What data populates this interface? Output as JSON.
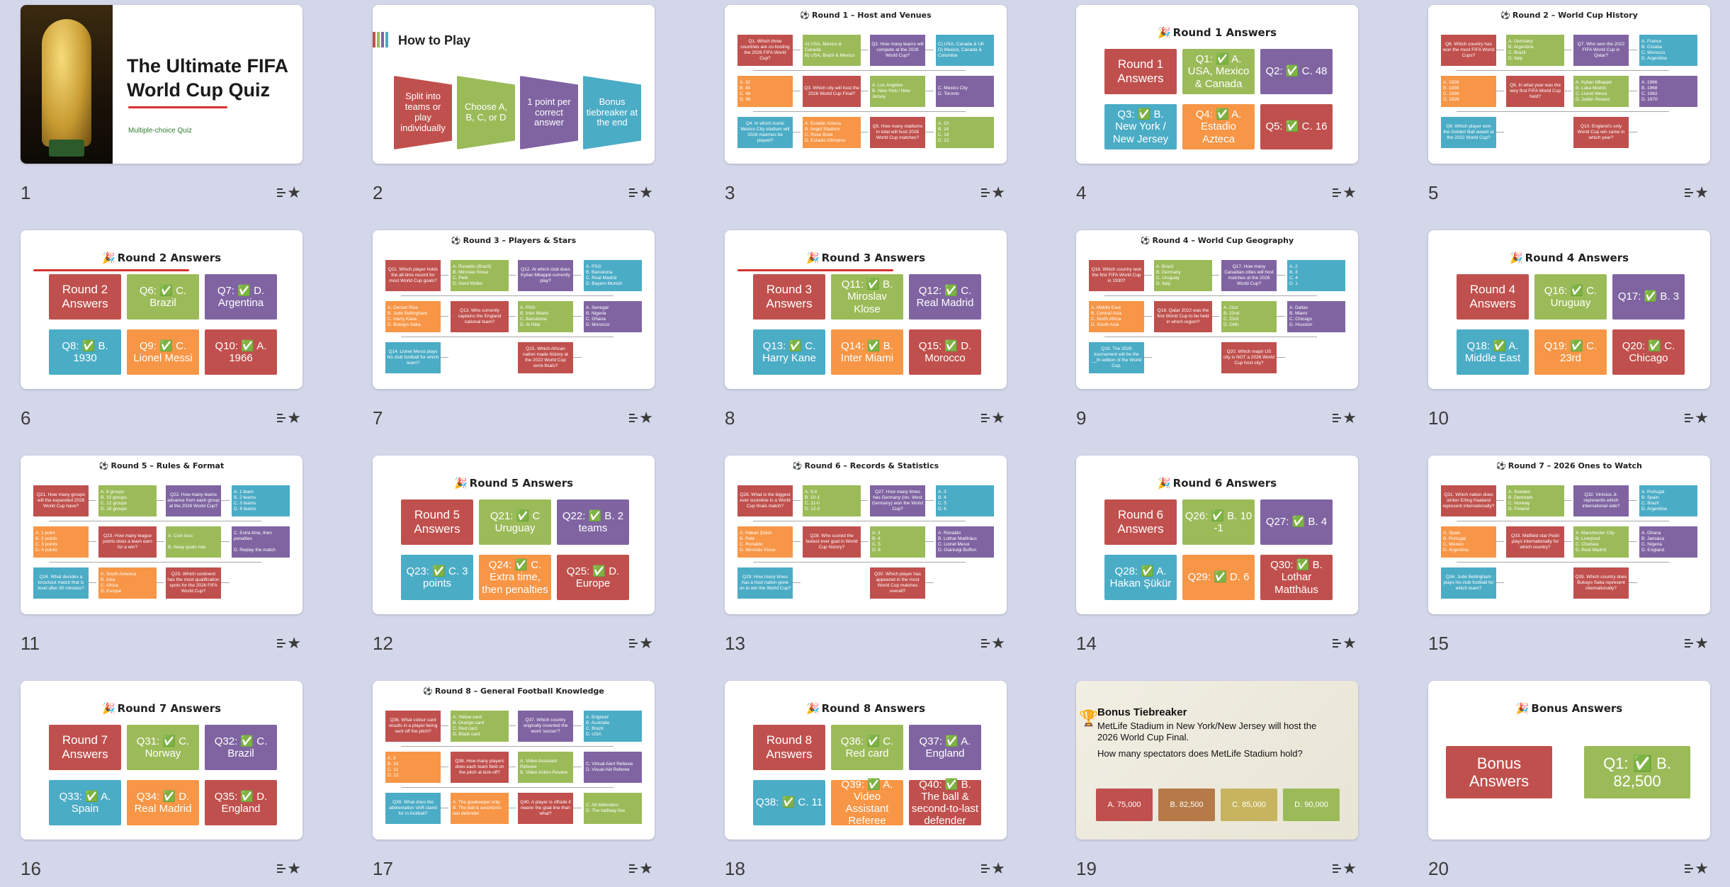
{
  "slides": [
    {
      "number": "1",
      "title": "The Ultimate FIFA World Cup Quiz",
      "subtitle": "Multiple-choice Quiz"
    },
    {
      "number": "2",
      "title": "How to Play",
      "steps": [
        "Split into teams or play individually",
        "Choose A, B, C, or D",
        "1 point per correct answer",
        "Bonus tiebreaker at the end"
      ]
    },
    {
      "number": "3",
      "title": "Round 1 – Host and Venues",
      "q": [
        "Q1. Which three countries are co-hosting the 2026 FIFA World Cup?",
        "Q2. How many teams will compete at the 2026 World Cup?",
        "Q3. Which city will host the 2026 World Cup Final?",
        "Q4. In which iconic Mexico City stadium will 2026 matches be played?",
        "Q5. How many stadiums in total will host 2026 World Cup matches?"
      ],
      "o": [
        "A) USA, Mexico & Canada\nB) USA, Brazil & Mexico",
        "C) USA, Canada & UK\nD) Mexico, Canada & Colombia",
        "A. 32\nB. 40\nC. 48\nD. 36",
        "A. Los Angeles\nB. New York / New Jersey",
        "C. Mexico City\nD. Toronto",
        "A. Estadio Azteca\nB. Angel Stadium\nC. Rose Bowl\nD. Estadio Olímpico",
        "A. 10\nB. 14\nC. 16\nD. 12"
      ]
    },
    {
      "number": "4",
      "title": "Round 1 Answers",
      "answers": [
        "Round 1 Answers",
        "Q1: ✅ A. USA, Mexico & Canada",
        "Q2: ✅ C. 48",
        "Q3: ✅ B. New York / New Jersey",
        "Q4: ✅ A. Estadio Azteca",
        "Q5: ✅ C. 16"
      ]
    },
    {
      "number": "5",
      "title": "Round 2 – World Cup History",
      "q": [
        "Q6. Which country has won the most FIFA World Cups?",
        "Q7. Who won the 2022 FIFA World Cup in Qatar?",
        "Q8. In what year was the very first FIFA World Cup held?",
        "Q9. Which player won the Golden Ball award at the 2022 World Cup?",
        "Q10. England's only World Cup win came in which year?"
      ],
      "o": [
        "A. Germany\nB. Argentina\nC. Brazil\nD. Italy",
        "A. France\nB. Croatia\nC. Morocco\nD. Argentina",
        "A. 1928\nB. 1930\nC. 1934\nD. 1926",
        "A. Kylian Mbappé\nB. Luka Modrić\nC. Lionel Messi\nD. Julián Álvarez",
        "A. 1966\nB. 1968\nC. 1962\nD. 1970"
      ]
    },
    {
      "number": "6",
      "title": "Round 2 Answers",
      "answers": [
        "Round 2 Answers",
        "Q6: ✅ C. Brazil",
        "Q7: ✅ D. Argentina",
        "Q8: ✅ B. 1930",
        "Q9: ✅ C. Lionel Messi",
        "Q10: ✅ A. 1966"
      ]
    },
    {
      "number": "7",
      "title": "Round 3 – Players & Stars",
      "q": [
        "Q11. Which player holds the all-time record for most World Cup goals?",
        "Q12. At which club does Kylian Mbappé currently play?",
        "Q13. Who currently captains the England national team?",
        "Q14. Lionel Messi plays his club football for which team?",
        "Q15. Which African nation made history at the 2022 World Cup semi-finals?"
      ],
      "o": [
        "A. Ronaldo (Brazil)\nB. Miroslav Klose\nC. Pelé\nD. Gerd Müller",
        "A. PSG\nB. Barcelona\nC. Real Madrid\nD. Bayern Munich",
        "A. Declan Rice\nB. Jude Bellingham\nC. Harry Kane\nD. Bukayo Saka",
        "A. PSG\nB. Inter Miami\nC. Barcelona\nD. Al Hilal",
        "A. Senegal\nB. Nigeria\nC. Ghana\nD. Morocco"
      ]
    },
    {
      "number": "8",
      "title": "Round 3 Answers",
      "answers": [
        "Round 3 Answers",
        "Q11: ✅ B. Miroslav Klose",
        "Q12: ✅ C. Real Madrid",
        "Q13: ✅ C. Harry Kane",
        "Q14: ✅ B. Inter Miami",
        "Q15: ✅ D. Morocco"
      ]
    },
    {
      "number": "9",
      "title": "Round 4 – World Cup Geography",
      "q": [
        "Q16. Which country won the first FIFA World Cup in 1930?",
        "Q17. How many Canadian cities will host matches at the 2026 World Cup?",
        "Q18. Qatar 2022 was the first World Cup to be held in which region?",
        "Q19. The 2026 tournament will be the __th edition of the World Cup.",
        "Q20. Which major US city is NOT a 2026 World Cup host city?"
      ],
      "o": [
        "A. Brazil\nB. Germany\nC. Uruguay\nD. Italy",
        "A. 2\nB. 3\nC. 4\nD. 1",
        "A. Middle East\nB. Central Asia\nC. North Africa\nD. South Asia",
        "A. 21st\nB. 22nd\nC. 23rd\nD. 24th",
        "A. Dallas\nB. Miami\nC. Chicago\nD. Houston"
      ]
    },
    {
      "number": "10",
      "title": "Round 4 Answers",
      "answers": [
        "Round 4 Answers",
        "Q16: ✅ C. Uruguay",
        "Q17: ✅ B. 3",
        "Q18: ✅ A. Middle East",
        "Q19: ✅ C. 23rd",
        "Q20: ✅ C. Chicago"
      ]
    },
    {
      "number": "11",
      "title": "Round 5 – Rules & Format",
      "q": [
        "Q21. How many groups will the expanded 2026 World Cup have?",
        "Q22. How many teams advance from each group at the 2026 World Cup?",
        "Q23. How many league points does a team earn for a win?",
        "Q24. What decides a knockout match that is level after 90 minutes?",
        "Q25. Which continent has the most qualification spots for the 2026 FIFA World Cup?"
      ],
      "o": [
        "A. 8 groups\nB. 10 groups\nC. 12 groups\nD. 16 groups",
        "A. 1 team\nB. 2 teams\nC. 3 teams\nD. 4 teams",
        "A. 1 point\nB. 2 points\nC. 3 points\nD. 4 points",
        "A. Coin toss\n\nB. Away goals rule",
        "C. Extra time, then penalties\n\nD. Replay the match",
        "A. South America\nB. Asia\nC. Africa\nD. Europe"
      ]
    },
    {
      "number": "12",
      "title": "Round 5 Answers",
      "answers": [
        "Round 5 Answers",
        "Q21: ✅ C Uruguay",
        "Q22: ✅ B. 2 teams",
        "Q23: ✅ C. 3 points",
        "Q24: ✅ C. Extra time, then penalties",
        "Q25: ✅ D. Europe"
      ]
    },
    {
      "number": "13",
      "title": "Round 6 – Records & Statistics",
      "q": [
        "Q26. What is the biggest ever scoreline in a World Cup finals match?",
        "Q27. How many times has Germany (inc. West Germany) won the World Cup?",
        "Q28. Who scored the fastest ever goal in World Cup history?",
        "Q29. How many times has a host nation gone on to win the World Cup?",
        "Q30. Which player has appeared in the most World Cup matches overall?"
      ],
      "o": [
        "A. 9-0\nB. 10-1\nC. 11-0\nD. 12-0",
        "A. 3\nB. 4\nC. 5\nD. 6",
        "A. Hakan Şükür\nB. Pelé\nC. Ronaldo\nD. Miroslav Klose",
        "A. 3\nB. 4\nC. 5\nD. 6",
        "A. Ronaldo\nB. Lothar Matthäus\nC. Lionel Messi\nD. Gianluigi Buffon"
      ]
    },
    {
      "number": "14",
      "title": "Round 6 Answers",
      "answers": [
        "Round 6 Answers",
        "Q26: ✅ B. 10 -1",
        "Q27: ✅ B. 4",
        "Q28: ✅ A. Hakan Şükür",
        "Q29: ✅ D. 6",
        "Q30: ✅ B. Lothar Matthäus"
      ]
    },
    {
      "number": "15",
      "title": "Round 7 – 2026 Ones to Watch",
      "q": [
        "Q31. Which nation does striker Erling Haaland represent internationally?",
        "Q32. Vinícius Jr. represents which international side?",
        "Q33. Midfield star Pedri plays internationally for which country?",
        "Q34. Jude Bellingham plays his club football for which team?",
        "Q35. Which country does Bukayo Saka represent internationally?"
      ],
      "o": [
        "A. Sweden\nB. Denmark\nC. Norway\nD. Finland",
        "A. Portugal\nB. Spain\nC. Brazil\nD. Argentina",
        "A. Spain\nB. Portugal\nC. Mexico\nD. Argentina",
        "A. Manchester City\nB. Liverpool\nC. Chelsea\nD. Real Madrid",
        "A. Ghana\nB. Jamaica\nC. Nigeria\nD. England"
      ]
    },
    {
      "number": "16",
      "title": "Round 7 Answers",
      "answers": [
        "Round 7 Answers",
        "Q31: ✅ C. Norway",
        "Q32: ✅ C. Brazil",
        "Q33: ✅ A. Spain",
        "Q34: ✅ D. Real Madrid",
        "Q35: ✅ D. England"
      ]
    },
    {
      "number": "17",
      "title": "Round 8 – General Football Knowledge",
      "q": [
        "Q36. What colour card results in a player being sent off the pitch?",
        "Q37. Which country originally invented the word 'soccer'?",
        "Q38. How many players does each team field on the pitch at kick-off?",
        "Q39. What does the abbreviation VAR stand for in football?",
        "Q40. A player is offside if nearer the goal line than what?"
      ],
      "o": [
        "A. Yellow card\nB. Orange card\nC. Red card\nD. Black card",
        "A. England\nB. Australia\nC. Brazil\nD. USA",
        "A. 9\nB. 10\nC. 11\nD. 12",
        "A. Video Assistant Referee\nB. Video Action Review",
        "C. Virtual Alert Referee\nD. Visual Aid Referee",
        "A. The goalkeeper only\nB. The ball & second-to-last defender",
        "C. All defenders\nD. The halfway line"
      ]
    },
    {
      "number": "18",
      "title": "Round 8 Answers",
      "answers": [
        "Round 8 Answers",
        "Q36: ✅ C. Red card",
        "Q37: ✅ A. England",
        "Q38: ✅ C. 11",
        "Q39: ✅ A. Video Assistant Referee",
        "Q40: ✅ B. The ball & second-to-last defender"
      ]
    },
    {
      "number": "19",
      "title": "Bonus Tiebreaker",
      "text1": "MetLife Stadium in New York/New Jersey will host the 2026 World Cup Final.",
      "text2": "How many spectators does MetLife Stadium hold?",
      "options": [
        "A. 75,000",
        "B. 82,500",
        "C. 85,000",
        "D. 90,000"
      ]
    },
    {
      "number": "20",
      "title": "Bonus Answers",
      "answers": [
        "Bonus Answers",
        "Q1: ✅ B. 82,500"
      ]
    }
  ],
  "icons": {
    "actions": "slideshow-star-icon",
    "accent": "#c0504d"
  }
}
